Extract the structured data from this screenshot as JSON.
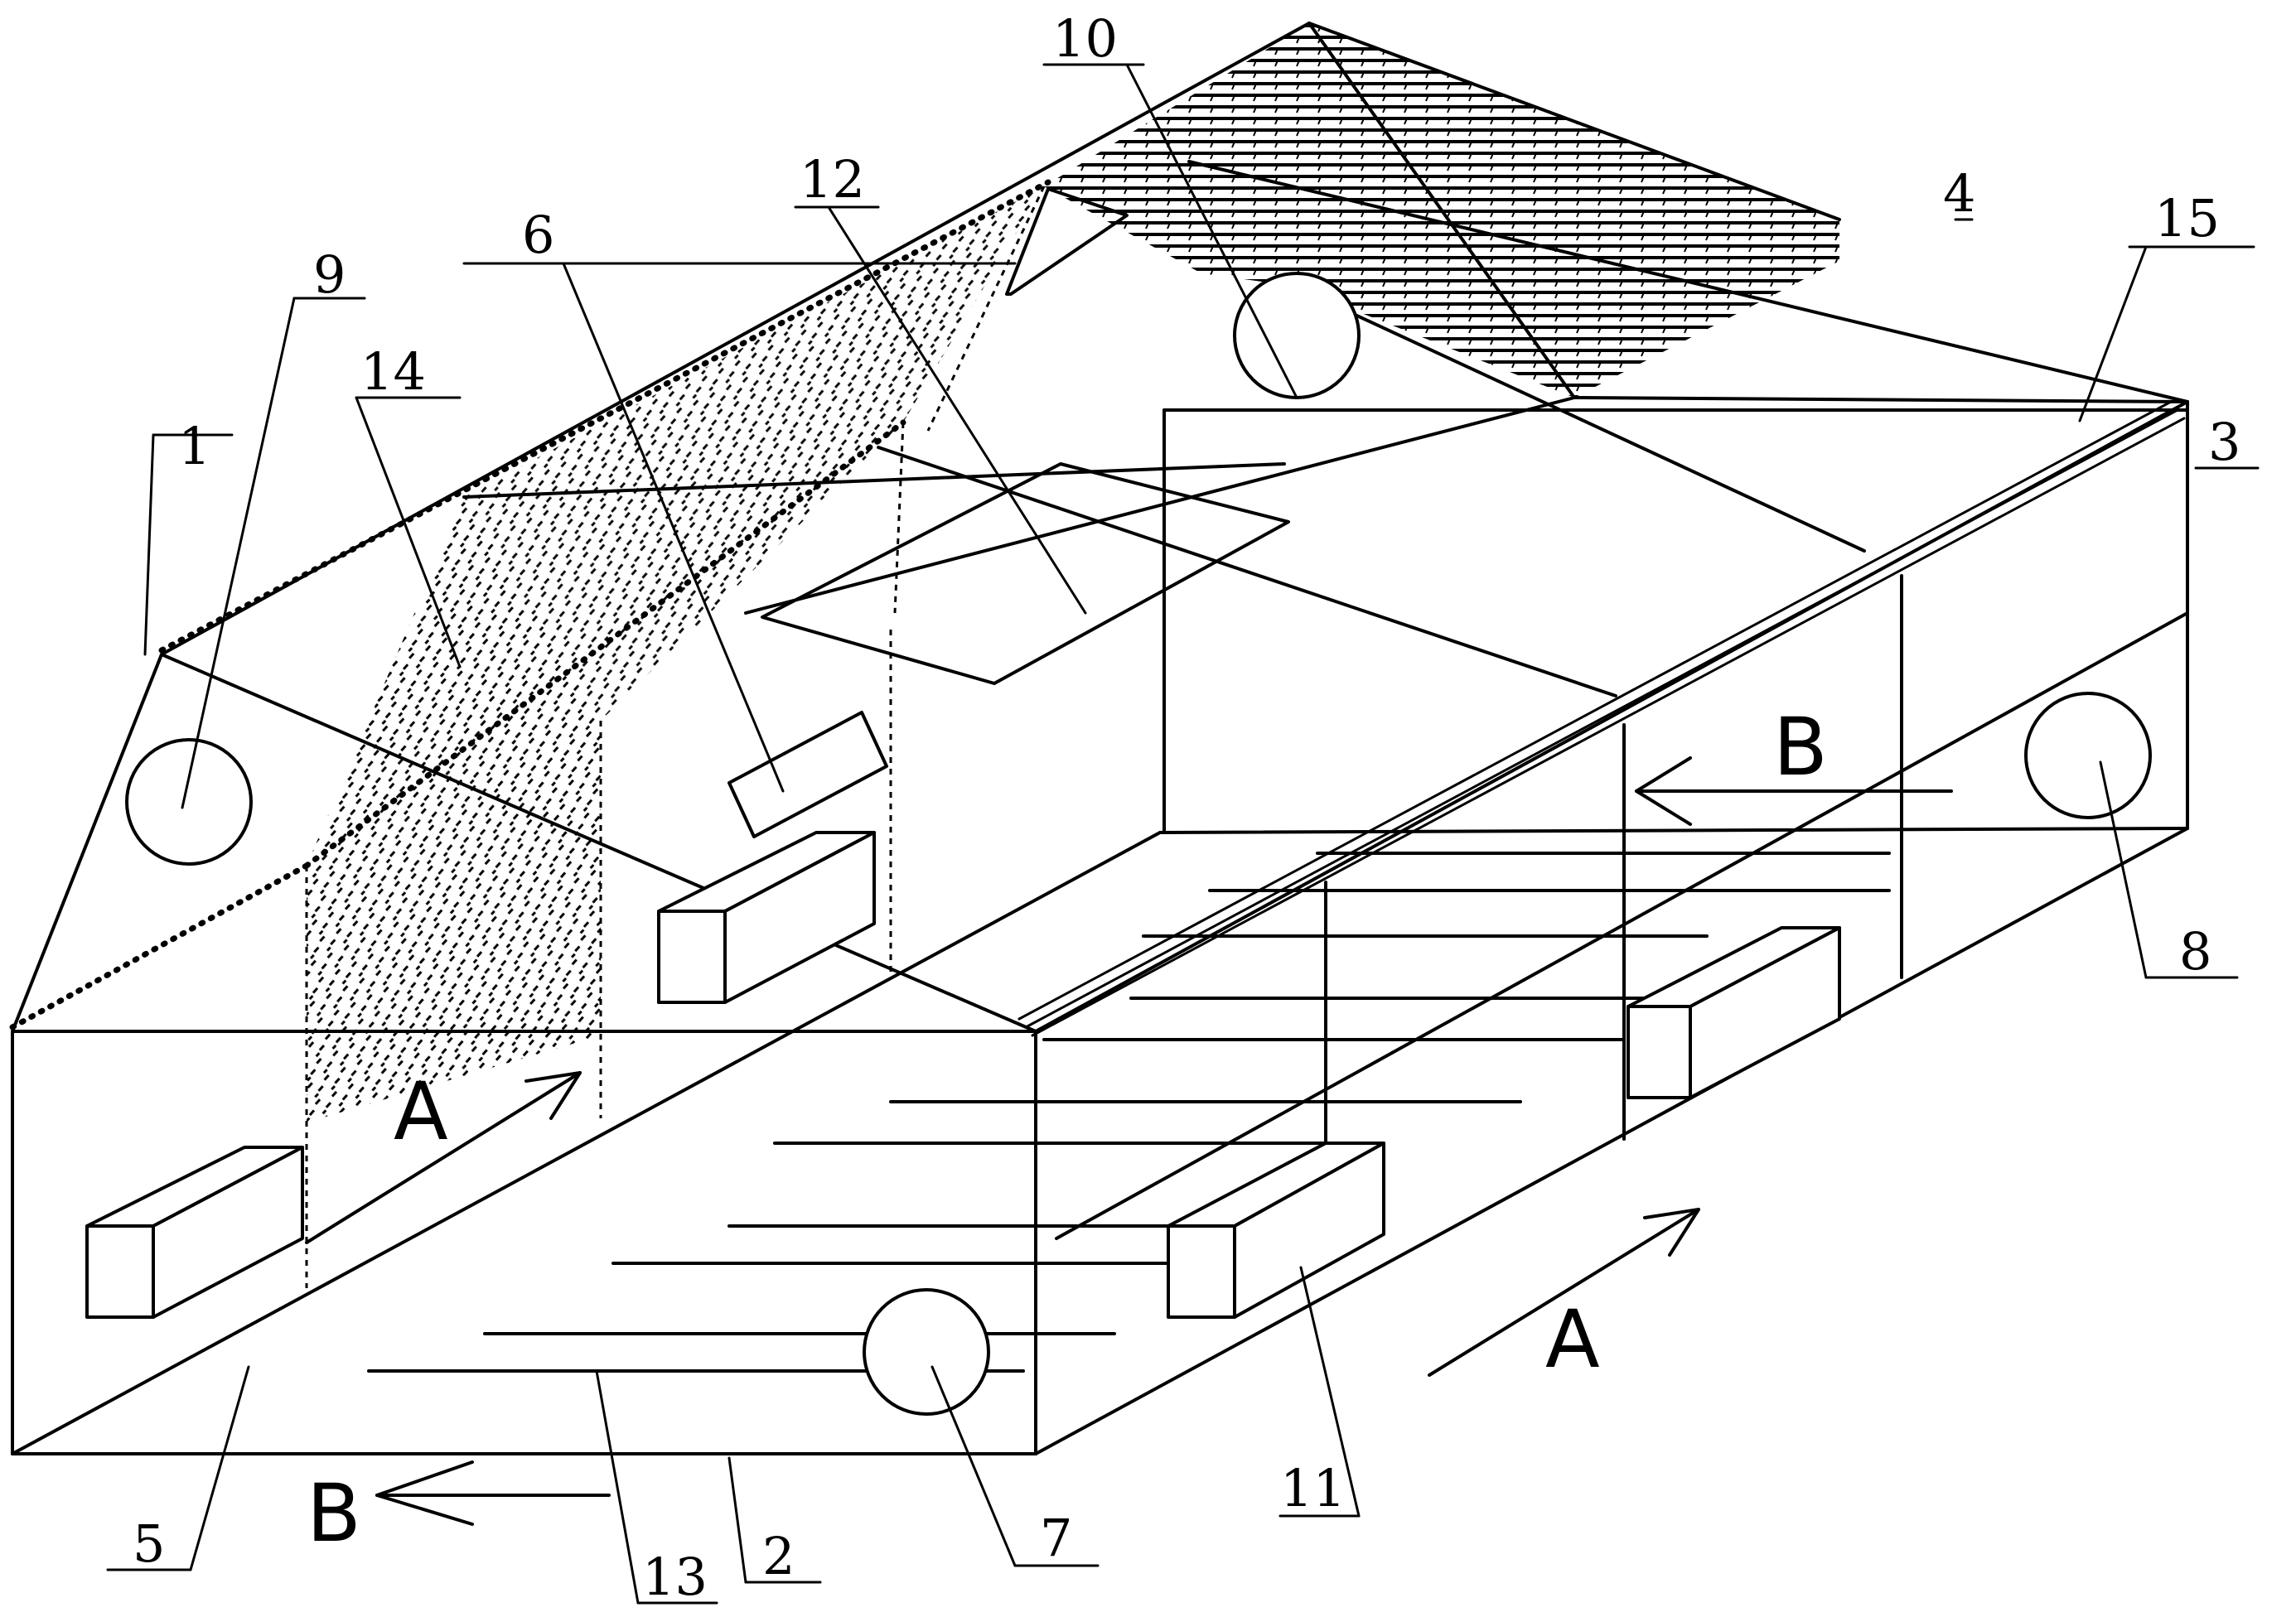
{
  "labels": {
    "l1": "1",
    "l2": "2",
    "l3": "3",
    "l4": "4",
    "l5": "5",
    "l6": "6",
    "l7": "7",
    "l8": "8",
    "l9": "9",
    "l10": "10",
    "l11": "11",
    "l12": "12",
    "l13": "13",
    "l14": "14",
    "l15": "15"
  },
  "arrows": {
    "a_front": "A",
    "a_right": "A",
    "b_mid": "B",
    "b_bottom": "B"
  },
  "colors": {
    "line": "#000000",
    "background": "#ffffff"
  }
}
